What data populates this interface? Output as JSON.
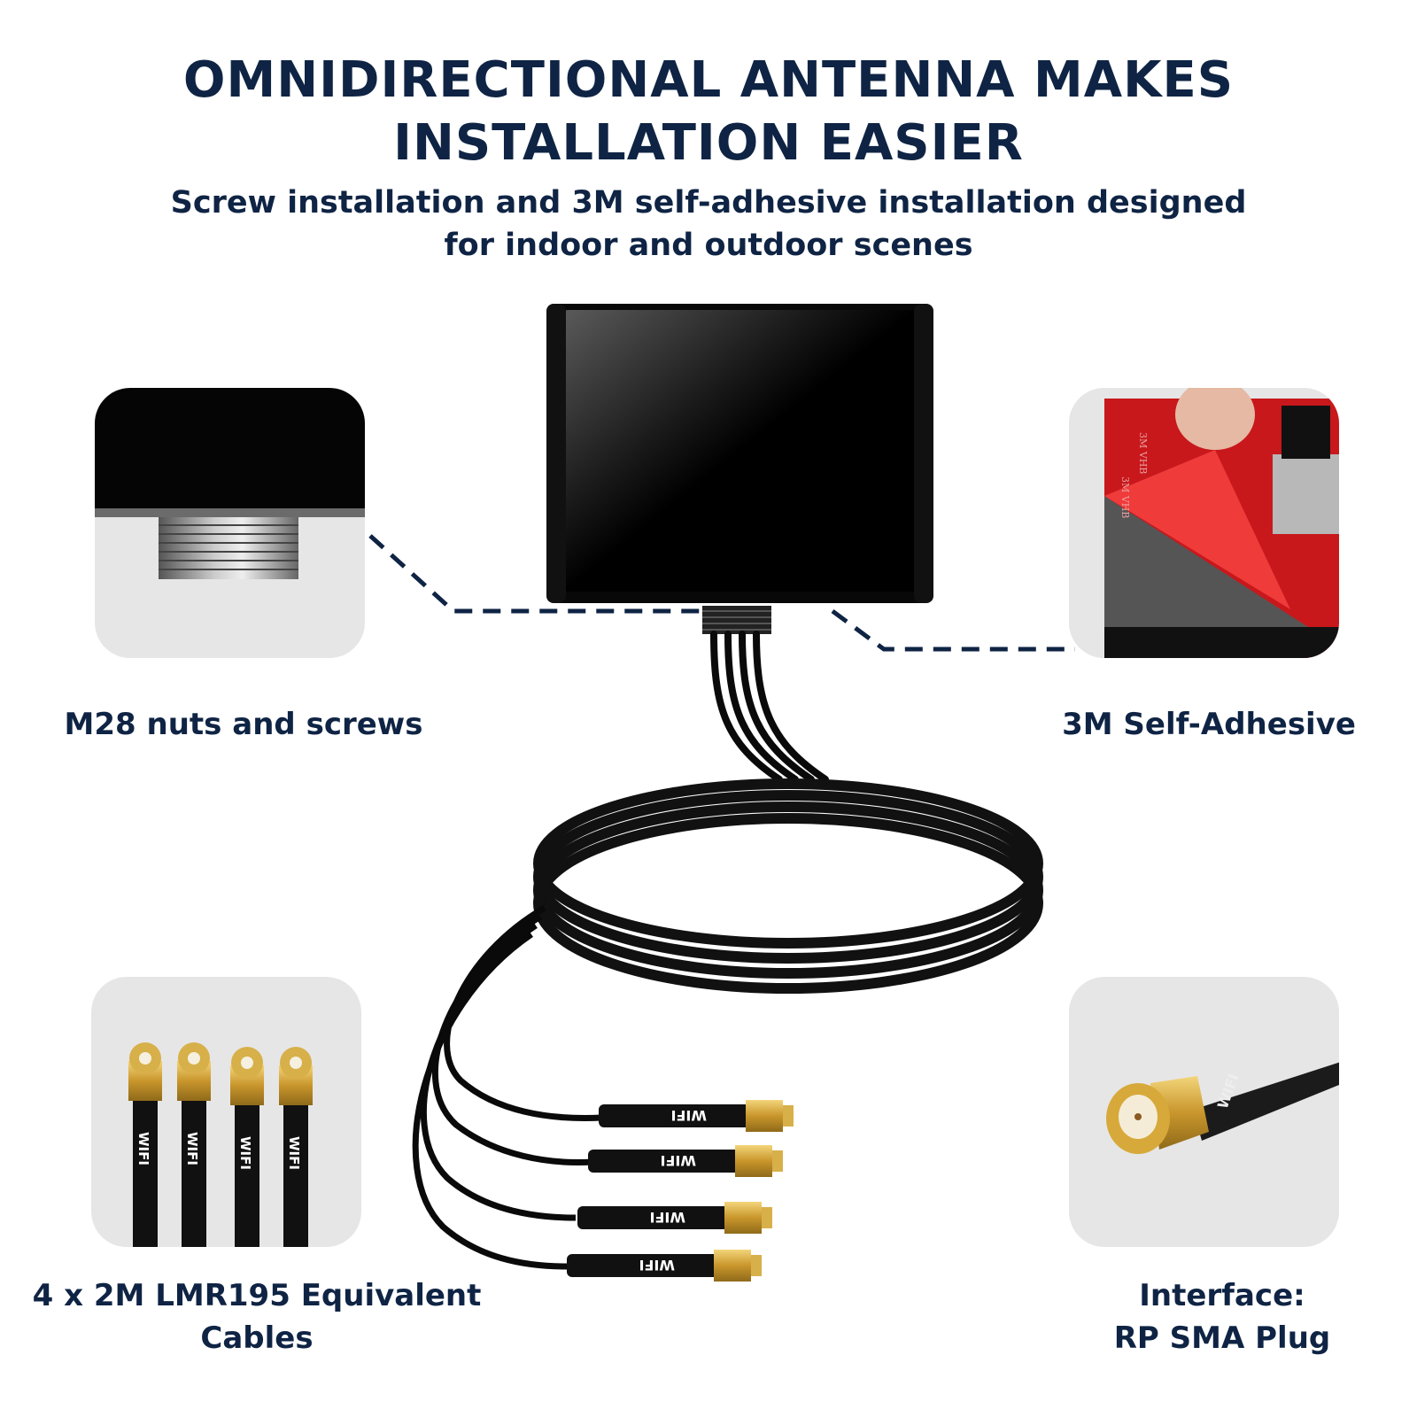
{
  "header": {
    "title_line1": "OMNIDIRECTIONAL ANTENNA MAKES",
    "title_line2": "INSTALLATION EASIER",
    "subtitle_line1": "Screw installation and 3M self-adhesive installation designed",
    "subtitle_line2": "for indoor and outdoor scenes"
  },
  "features": [
    {
      "caption": "M28 nuts and screws",
      "image": "threaded-mount-photo"
    },
    {
      "caption": "3M Self-Adhesive",
      "image": "adhesive-pad-photo",
      "tape_print": "3M VHB"
    },
    {
      "caption_line1": "4 x 2M LMR195 Equivalent",
      "caption_line2": "Cables",
      "image": "four-connectors-photo",
      "connector_label": "WIFI"
    },
    {
      "caption_line1": "Interface:",
      "caption_line2": "RP SMA Plug",
      "image": "rp-sma-plug-photo",
      "connector_label": "WIFI"
    }
  ],
  "product": {
    "name": "antenna-body",
    "cable_count": 4,
    "cable_label": "WIFI"
  },
  "colors": {
    "text": "#0f2444",
    "card_bg": "#e6e6e6",
    "antenna_black": "#050505",
    "gold": "#d4a73a",
    "adhesive_red": "#e8272a"
  }
}
